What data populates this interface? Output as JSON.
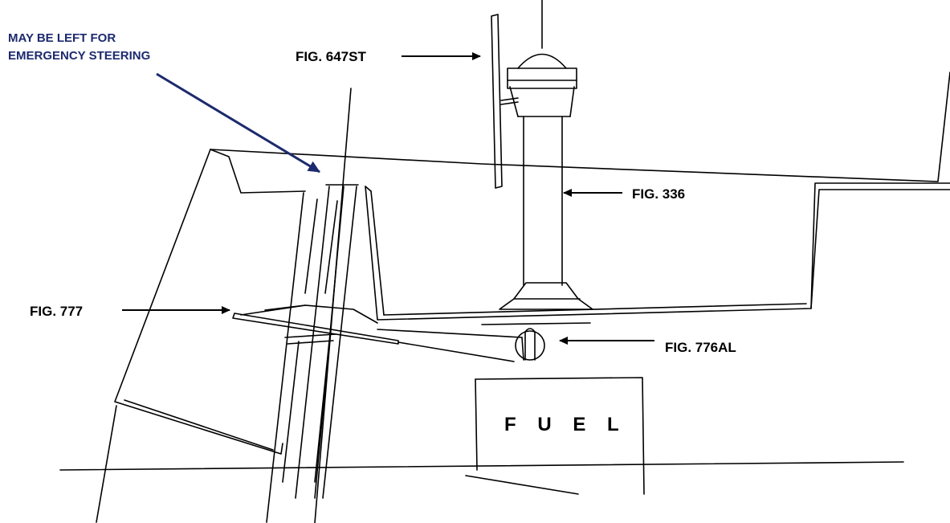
{
  "note": {
    "line1": "MAY BE LEFT FOR",
    "line2": "EMERGENCY STEERING"
  },
  "labels": {
    "fig647": "FIG. 647ST",
    "fig336": "FIG. 336",
    "fig777": "FIG. 777",
    "fig776": "FIG. 776AL",
    "fuel": "F U E L"
  },
  "colors": {
    "line": "#000000",
    "note": "#1c2a6e"
  }
}
